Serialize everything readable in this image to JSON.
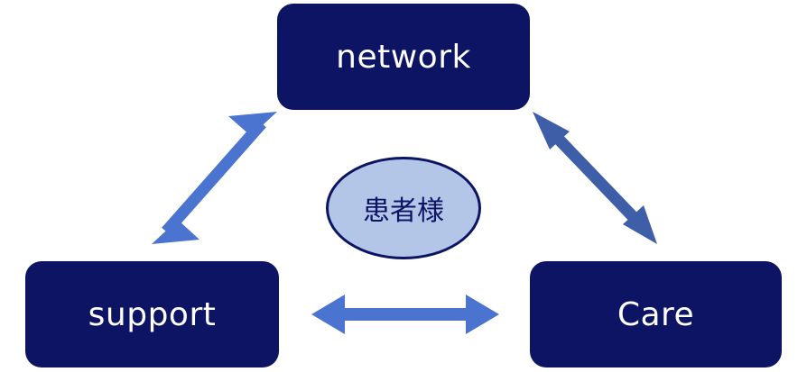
{
  "nodes": {
    "network": "network",
    "support": "support",
    "care": "Care",
    "patient": "患者様"
  },
  "colors": {
    "box_fill": "#0c1463",
    "box_text": "#ffffff",
    "ellipse_fill": "#b4c6e8",
    "ellipse_border": "#0c1463",
    "arrow_left": "#4a74cf",
    "arrow_right": "#3e5ea8",
    "arrow_bottom": "#4a74cf"
  }
}
